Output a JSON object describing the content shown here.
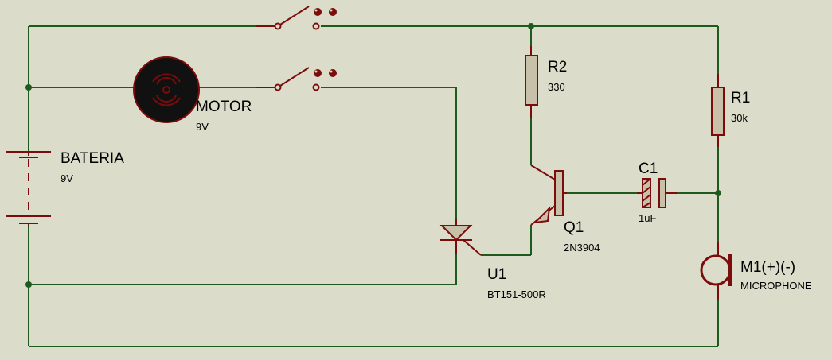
{
  "colors": {
    "background": "#dcdccb",
    "wire": "#1e5a1e",
    "component": "#7a0c0c",
    "component_fill": "#c8c0a8",
    "text": "#000000"
  },
  "components": {
    "battery": {
      "name": "BATERIA",
      "value": "9V"
    },
    "motor": {
      "name": "MOTOR",
      "value": "9V"
    },
    "r2": {
      "name": "R2",
      "value": "330"
    },
    "r1": {
      "name": "R1",
      "value": "30k"
    },
    "c1": {
      "name": "C1",
      "value": "1uF"
    },
    "q1": {
      "name": "Q1",
      "value": "2N3904"
    },
    "u1": {
      "name": "U1",
      "value": "BT151-500R"
    },
    "m1": {
      "name": "M1(+)(-)",
      "value": "MICROPHONE"
    }
  },
  "icons": {
    "switches": [
      "switch-top-icon",
      "switch-motor-icon"
    ],
    "motor": "motor-icon",
    "battery": "battery-icon",
    "scr": "scr-icon",
    "transistor": "npn-transistor-icon",
    "capacitor": "capacitor-icon",
    "microphone": "microphone-icon"
  }
}
